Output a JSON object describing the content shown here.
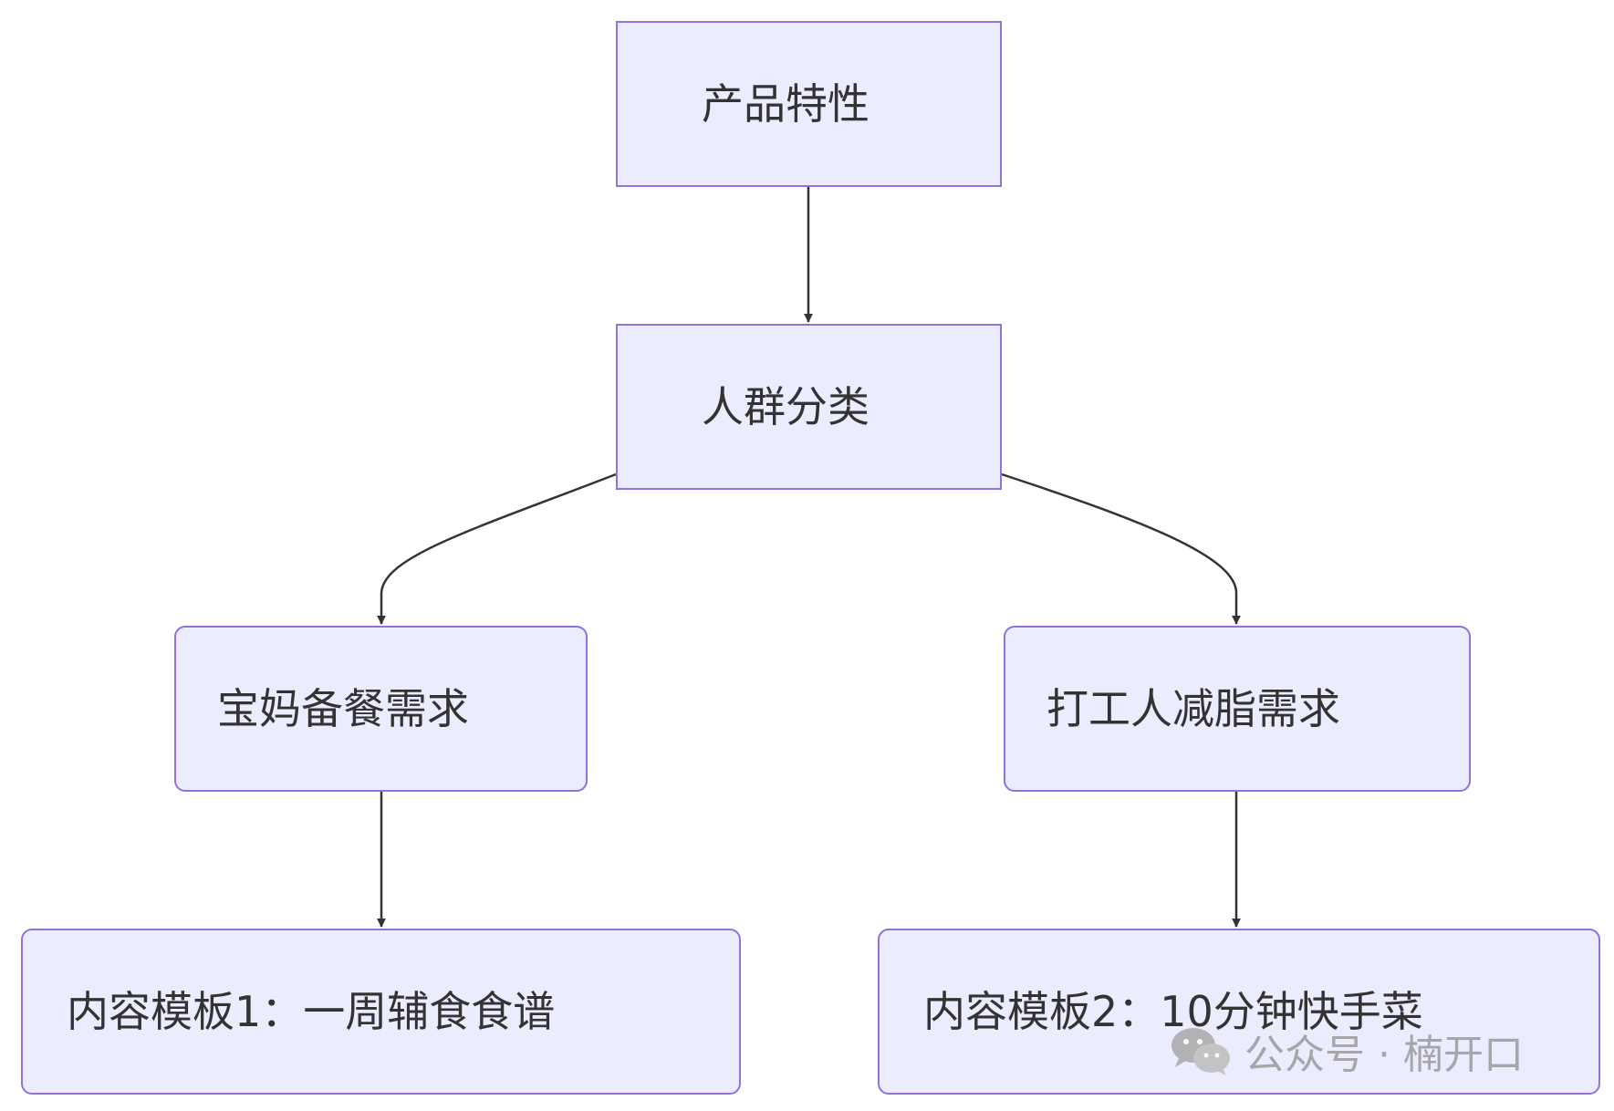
{
  "nodes": {
    "n1": "产品特性",
    "n2": "人群分类",
    "n3": "宝妈备餐需求",
    "n4": "打工人减脂需求",
    "n5": "内容模板1：一周辅食食谱",
    "n6": "内容模板2：10分钟快手菜"
  },
  "edges": [
    {
      "from": "产品特性",
      "to": "人群分类"
    },
    {
      "from": "人群分类",
      "to": "宝妈备餐需求"
    },
    {
      "from": "人群分类",
      "to": "打工人减脂需求"
    },
    {
      "from": "宝妈备餐需求",
      "to": "内容模板1：一周辅食食谱"
    },
    {
      "from": "打工人减脂需求",
      "to": "内容模板2：10分钟快手菜"
    }
  ],
  "watermark": {
    "icon": "wechat-icon",
    "text": "公众号 · 楠开口"
  },
  "colors": {
    "node_fill": "#ececff",
    "node_border": "#9370db",
    "edge": "#333333",
    "text": "#333333",
    "watermark": "#9a9a9a"
  }
}
